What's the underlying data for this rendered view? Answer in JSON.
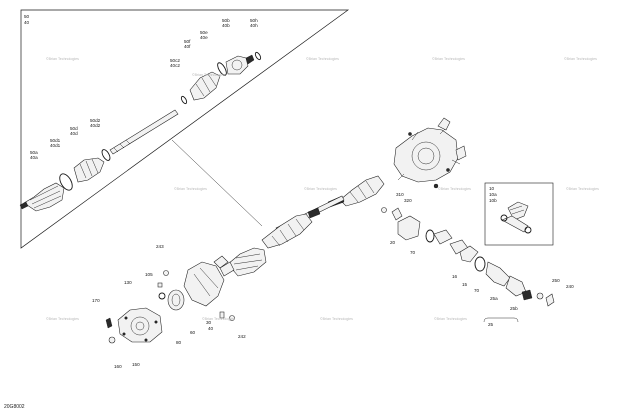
{
  "diagram": {
    "drawing_code": "20G8002",
    "inset_labels": {
      "inset_top": "50\n40",
      "inset_right": "10\n10a\n10b"
    },
    "labels": [
      {
        "id": "l50b",
        "text": "50b\n40b"
      },
      {
        "id": "l50h",
        "text": "50h\n40h"
      },
      {
        "id": "l50f",
        "text": "50f\n40f"
      },
      {
        "id": "l50e",
        "text": "50e\n40e"
      },
      {
        "id": "l50d2",
        "text": "50d2\n40d2"
      },
      {
        "id": "l50c2",
        "text": "50c2\n40c2"
      },
      {
        "id": "l50d",
        "text": "50d\n40d"
      },
      {
        "id": "l50d1",
        "text": "50d1\n40d1"
      },
      {
        "id": "l50a",
        "text": "50a\n40a"
      },
      {
        "id": "l310",
        "text": "310"
      },
      {
        "id": "l320",
        "text": "320"
      },
      {
        "id": "l20",
        "text": "20"
      },
      {
        "id": "l70a",
        "text": "70"
      },
      {
        "id": "l243",
        "text": "243"
      },
      {
        "id": "l105",
        "text": "105"
      },
      {
        "id": "l130",
        "text": "130"
      },
      {
        "id": "l170",
        "text": "170"
      },
      {
        "id": "l160",
        "text": "160"
      },
      {
        "id": "l150",
        "text": "150"
      },
      {
        "id": "l80",
        "text": "80"
      },
      {
        "id": "l60",
        "text": "60"
      },
      {
        "id": "l30",
        "text": "30"
      },
      {
        "id": "l40",
        "text": "40"
      },
      {
        "id": "l242",
        "text": "242"
      },
      {
        "id": "l16",
        "text": "16"
      },
      {
        "id": "l15",
        "text": "15"
      },
      {
        "id": "l70b",
        "text": "70"
      },
      {
        "id": "l25a",
        "text": "25a"
      },
      {
        "id": "l25b",
        "text": "25b"
      },
      {
        "id": "l25",
        "text": "25"
      },
      {
        "id": "l250",
        "text": "250"
      },
      {
        "id": "l240",
        "text": "240"
      }
    ],
    "watermarks": [
      "©Brian Technologies",
      "©Brian Technologies",
      "©Brian Technologies",
      "©Brian Technologies",
      "©Brian Technologies",
      "©Brian Technologies",
      "©Brian Technologies",
      "©Brian Technologies",
      "©Brian Technologies",
      "©Brian Technologies",
      "©Brian Technologies",
      "©Brian Technologies",
      "©Brian Technologies"
    ]
  }
}
